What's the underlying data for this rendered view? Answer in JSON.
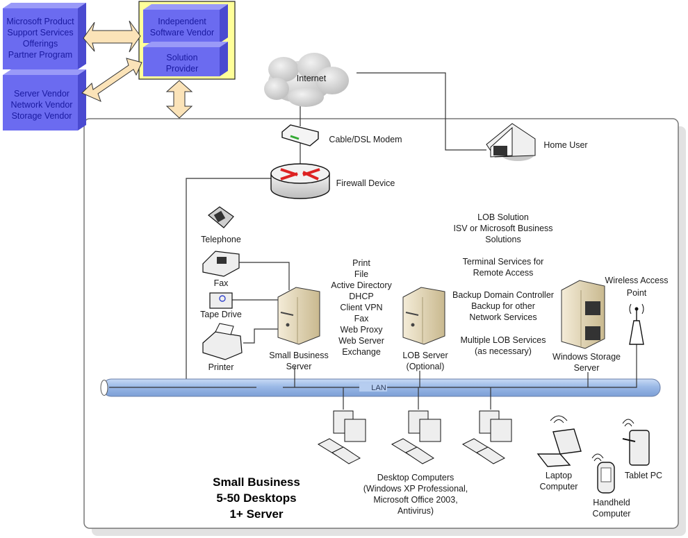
{
  "partners": {
    "ms_support": [
      "Microsoft Product",
      "Support Services",
      "Offerings",
      "Partner Program"
    ],
    "vendors": [
      "Server Vendor",
      "Network Vendor",
      "Storage Vendor"
    ],
    "isv": [
      "Independent",
      "Software Vendor"
    ],
    "solution_provider": [
      "Solution",
      "Provider"
    ]
  },
  "network": {
    "internet": "Internet",
    "modem": "Cable/DSL Modem",
    "firewall": "Firewall Device",
    "home_user": "Home User",
    "lan": "LAN"
  },
  "peripherals": {
    "telephone": "Telephone",
    "fax": "Fax",
    "tape_drive": "Tape Drive",
    "printer": "Printer"
  },
  "sbs": {
    "label": [
      "Small Business",
      "Server"
    ],
    "services": [
      "Print",
      "File",
      "Active Directory",
      "DHCP",
      "Client VPN",
      "Fax",
      "Web Proxy",
      "Web Server",
      "Exchange"
    ]
  },
  "lob": {
    "label": [
      "LOB Server",
      "(Optional)"
    ],
    "notes": [
      [
        "LOB Solution",
        "ISV or Microsoft Business",
        "Solutions"
      ],
      [
        "Terminal Services for",
        "Remote Access"
      ],
      [
        "Backup Domain Controller",
        "Backup for other",
        "Network Services"
      ],
      [
        "Multiple LOB Services",
        "(as necessary)"
      ]
    ]
  },
  "storage": {
    "label": [
      "Windows Storage",
      "Server"
    ]
  },
  "wap": {
    "label": [
      "Wireless Access",
      "Point"
    ]
  },
  "summary": [
    "Small Business",
    "5-50 Desktops",
    "1+ Server"
  ],
  "desktops": {
    "label": [
      "Desktop Computers",
      "(Windows XP Professional,",
      "Microsoft Office 2003,",
      "Antivirus)"
    ]
  },
  "mobile": {
    "laptop": [
      "Laptop",
      "Computer"
    ],
    "handheld": [
      "Handheld",
      "Computer"
    ],
    "tablet": "Tablet PC"
  },
  "colors": {
    "partner_box": "#6b6bf0",
    "partner_box_side": "#4a4ad0",
    "partner_box_top": "#9a9af8",
    "highlight_frame": "#ffff99",
    "arrow_fill": "#fbe3b8",
    "lan_pipe": "#9ab8e6"
  }
}
